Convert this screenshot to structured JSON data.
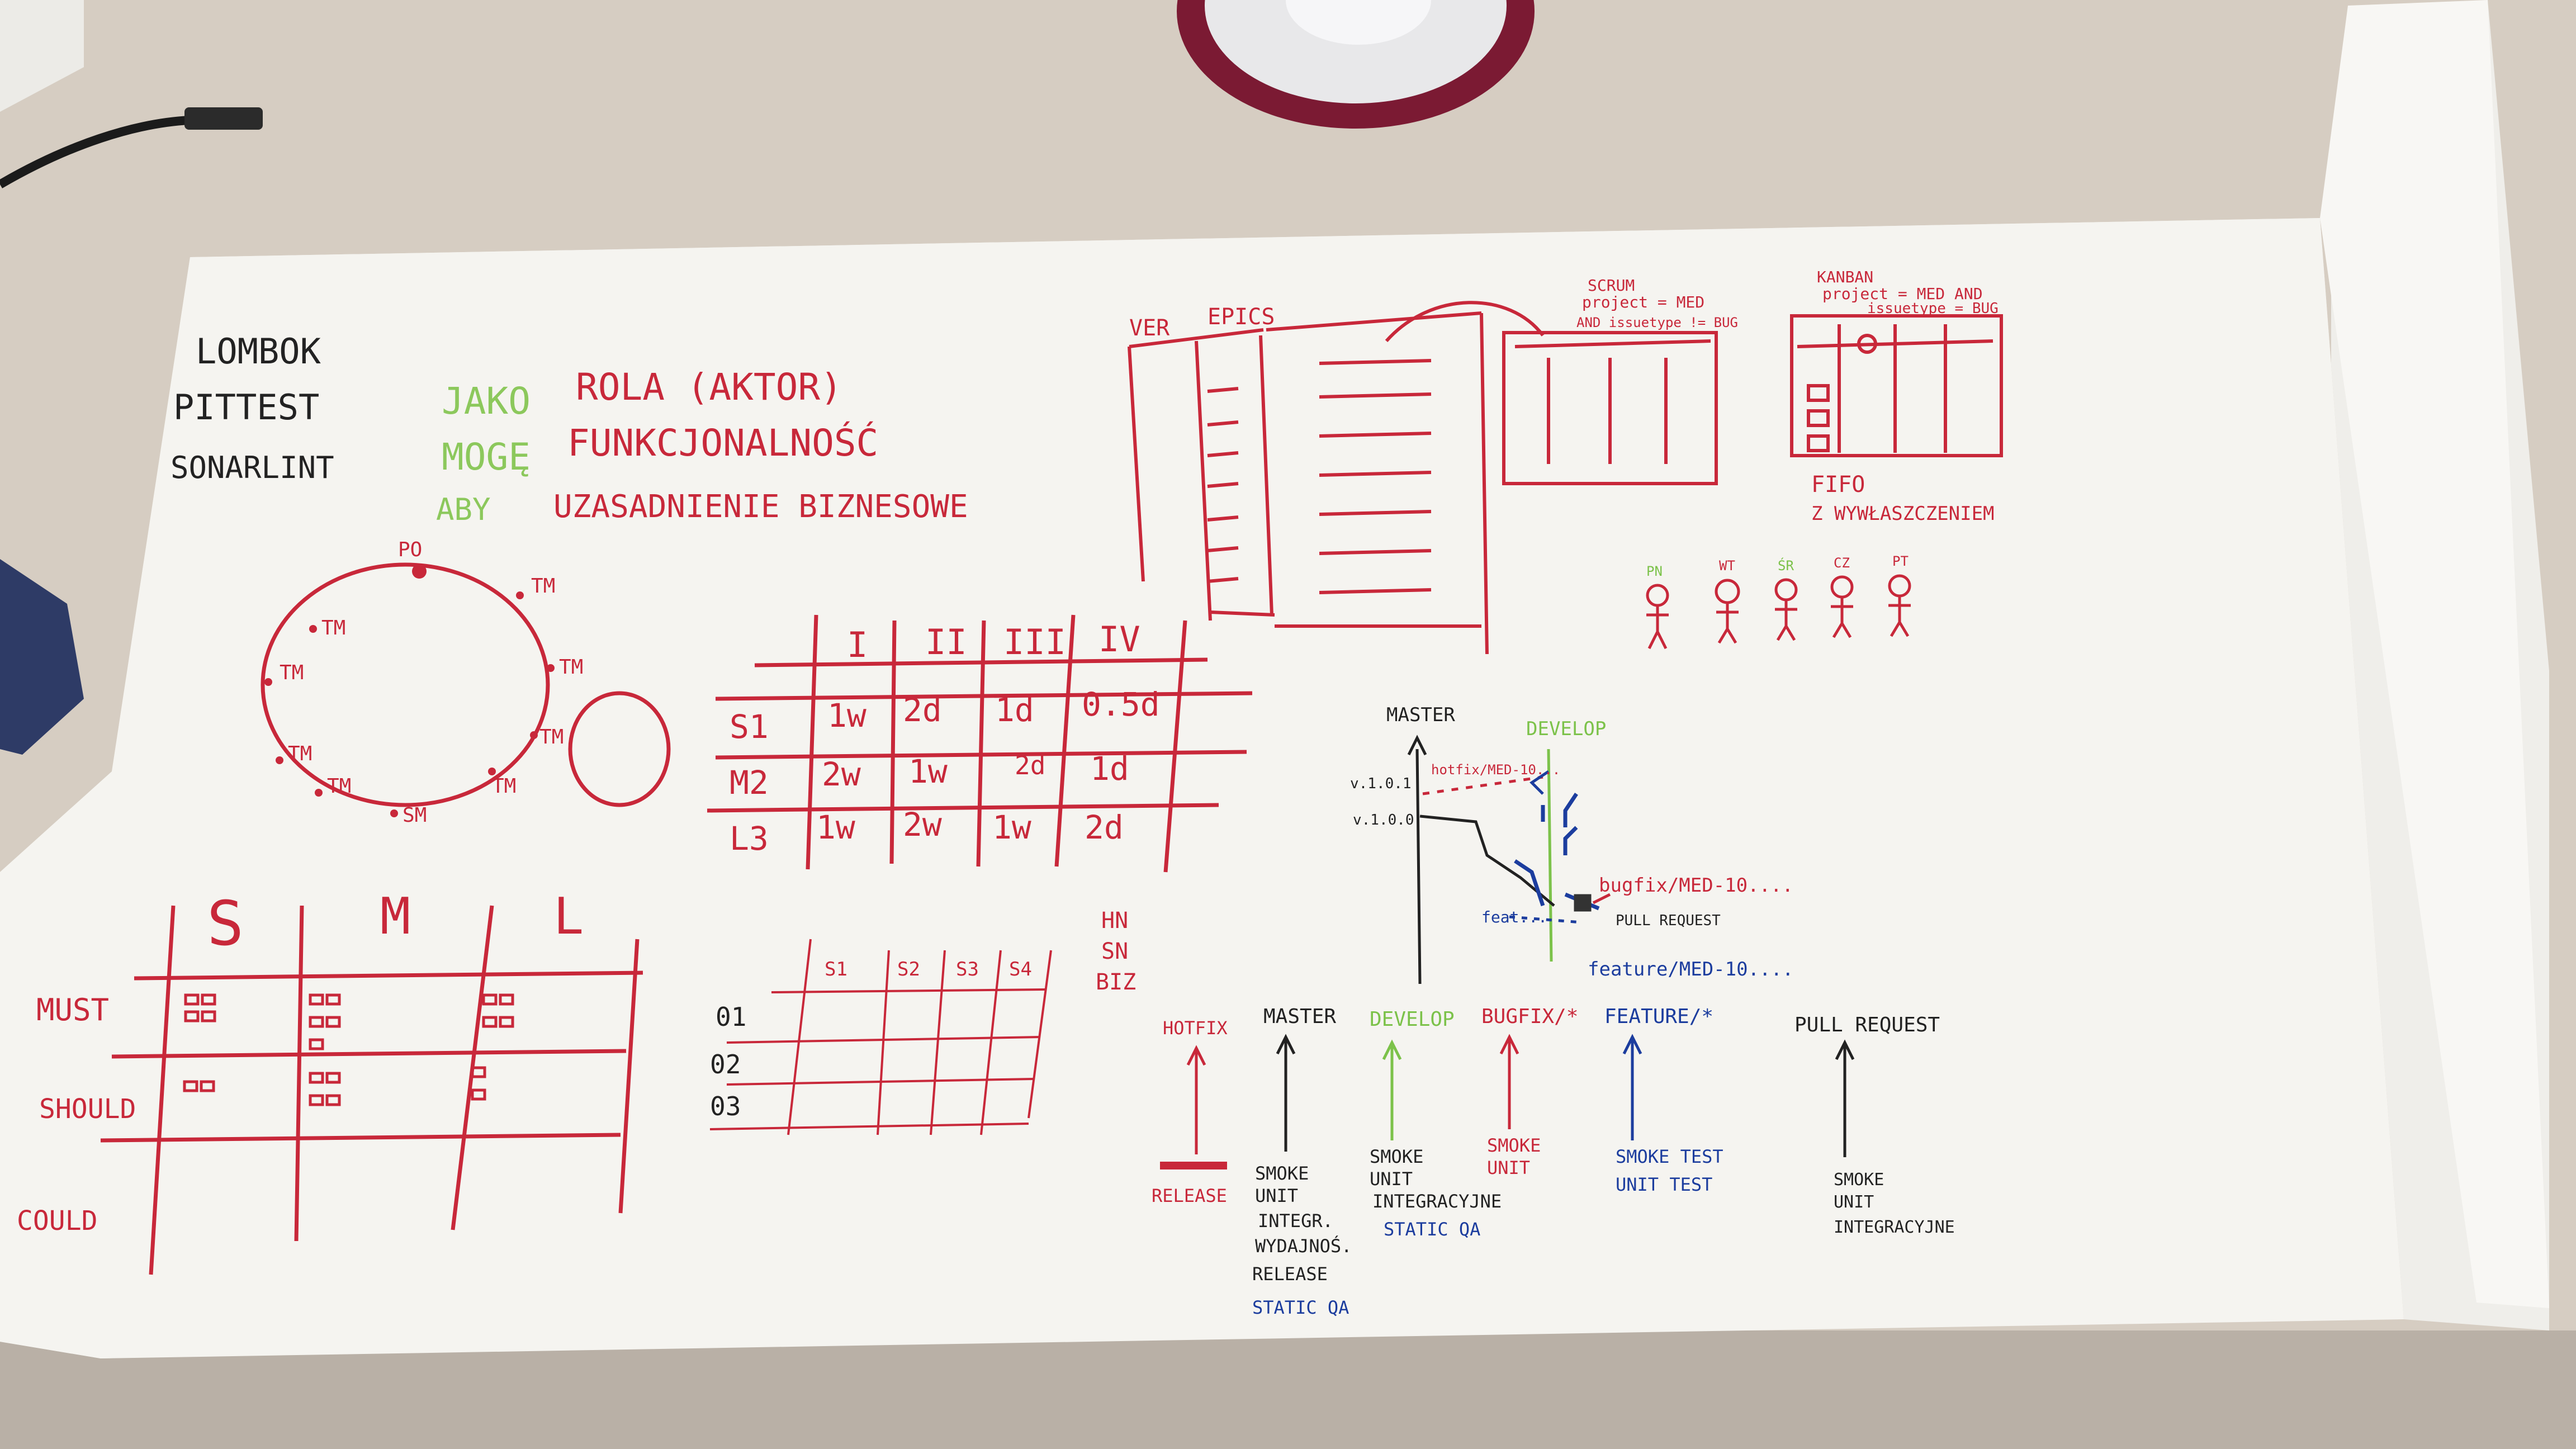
{
  "colors": {
    "desk": "#d9d0c5",
    "paper": "#f4f3ef",
    "red": "#c8283a",
    "black": "#222222",
    "green": "#7cc24a",
    "blue": "#1c3d9e"
  },
  "tools": [
    "LOMBOK",
    "PITTEST",
    "SONARLINT"
  ],
  "user_story": {
    "as": "JAKO",
    "role": "ROLA (AKTOR)",
    "can": "MOGĘ",
    "feature": "FUNKCJONALNOŚĆ",
    "so": "ABY",
    "reason": "UZASADNIENIE BIZNESOWE"
  },
  "circle": {
    "po": "PO",
    "members": [
      "TM",
      "TM",
      "TM",
      "TM",
      "TM",
      "TM",
      "TM",
      "TM"
    ],
    "sm": "SM"
  },
  "estimates": {
    "headers": [
      "I",
      "II",
      "III",
      "IV"
    ],
    "rows": [
      {
        "label": "S1",
        "cells": [
          "1w",
          "2d",
          "1d",
          "0.5d"
        ]
      },
      {
        "label": "M2",
        "cells": [
          "2w",
          "1w",
          "2d",
          "1d"
        ]
      },
      {
        "label": "L3",
        "cells": [
          "1w",
          "2w",
          "1w",
          "2d"
        ]
      }
    ]
  },
  "moscow": {
    "columns": [
      "S",
      "M",
      "L"
    ],
    "rows": [
      "MUST",
      "SHOULD",
      "COULD"
    ]
  },
  "sprint_grid": {
    "columns": [
      "S1",
      "S2",
      "S3",
      "S4"
    ],
    "rows": [
      "01",
      "02",
      "03"
    ],
    "side": [
      "HN",
      "SN",
      "BIZ"
    ]
  },
  "jira": {
    "ver": "VER",
    "epics": "EPICS",
    "scrum": "SCRUM",
    "scrum_query": "project = MED",
    "scrum_query2": "AND issuetype != BUG",
    "kanban": "KANBAN",
    "kanban_query": "project = MED AND",
    "kanban_query2": "issuetype = BUG",
    "fifo": "FIFO",
    "fifo_note": "Z WYWŁASZCZENIEM",
    "people": [
      "PN",
      "WT",
      "ŚR",
      "CZ",
      "PT"
    ]
  },
  "branching": {
    "master": "MASTER",
    "develop": "DEVELOP",
    "v2": "v.1.0.1",
    "v1": "v.1.0.0",
    "hotfix": "hotfix/MED-10...",
    "bugfix": "bugfix/MED-10....",
    "pull": "PULL REQUEST",
    "feature": "feature/MED-10....",
    "feat_short": "feat..."
  },
  "pipeline": [
    {
      "label": "HOTFIX",
      "notes": [
        "RELEASE"
      ],
      "color": "red"
    },
    {
      "label": "MASTER",
      "notes": [
        "SMOKE",
        "UNIT",
        "INTEGR.",
        "WYDAJNOŚ.",
        "RELEASE"
      ],
      "extra": "STATIC QA",
      "color": "black"
    },
    {
      "label": "DEVELOP",
      "notes": [
        "SMOKE",
        "UNIT",
        "INTEGRACYJNE"
      ],
      "extra": "STATIC QA",
      "color": "green"
    },
    {
      "label": "BUGFIX/*",
      "notes": [
        "SMOKE",
        "UNIT"
      ],
      "color": "red"
    },
    {
      "label": "FEATURE/*",
      "notes": [
        "SMOKE TEST",
        "UNIT TEST"
      ],
      "color": "blue"
    },
    {
      "label": "PULL REQUEST",
      "notes": [
        "SMOKE",
        "UNIT",
        "INTEGRACYJNE"
      ],
      "color": "black"
    }
  ]
}
